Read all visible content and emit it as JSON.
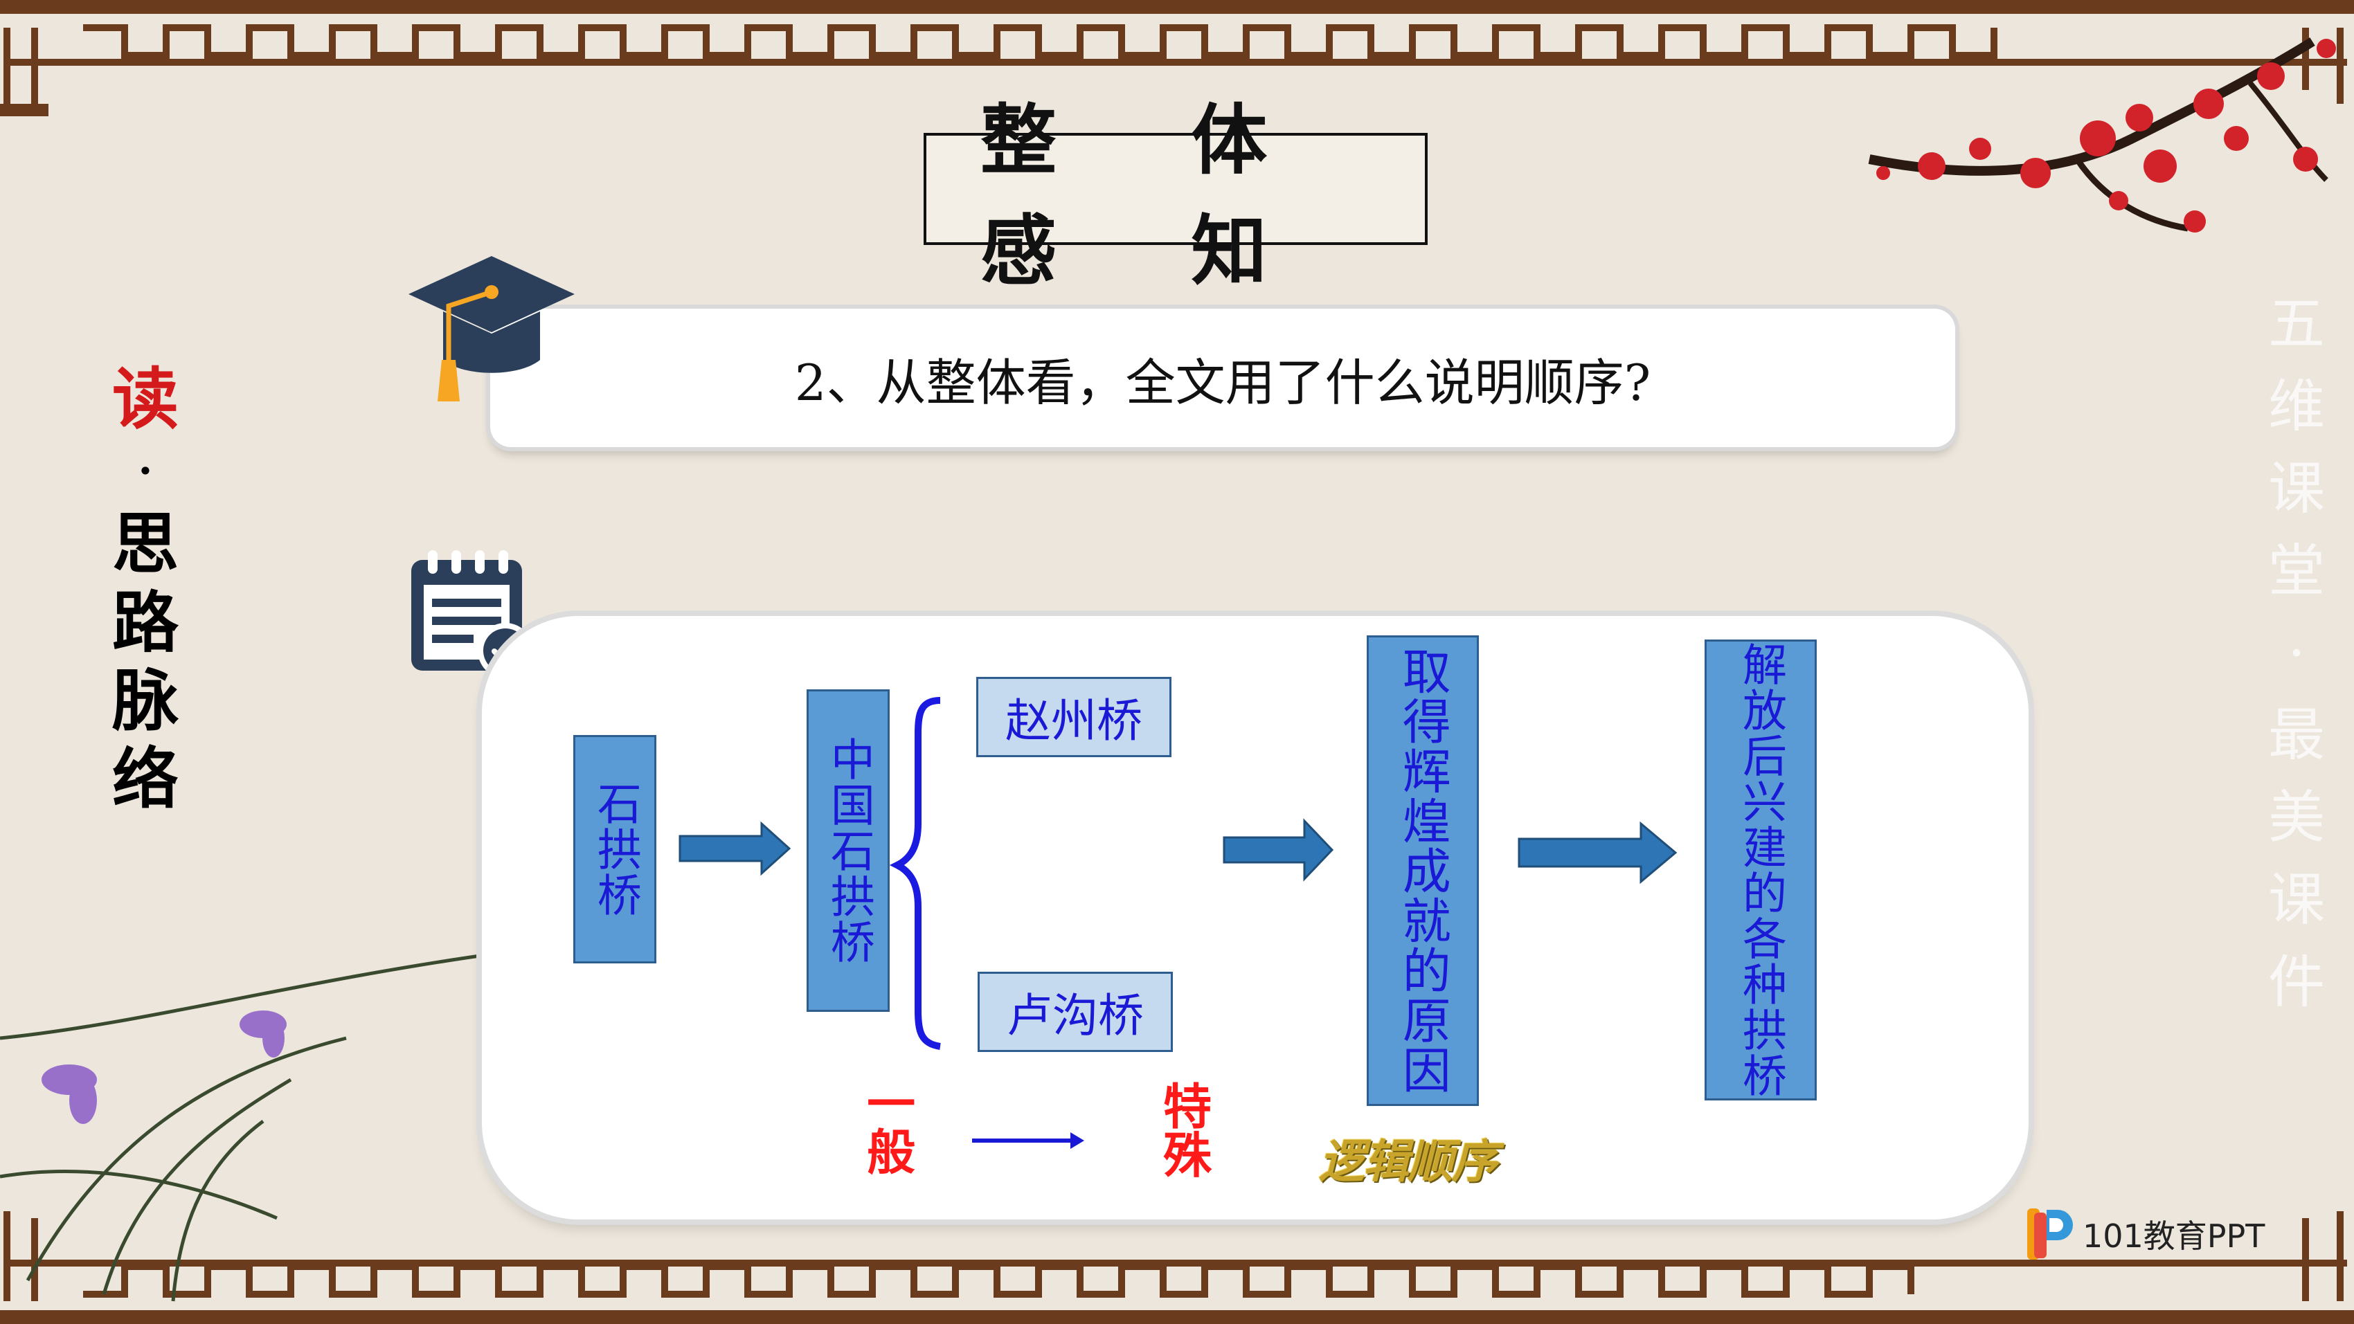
{
  "title": "整 体 感 知",
  "question": "2、从整体看，全文用了什么说明顺序?",
  "side_label": {
    "chars": [
      "读",
      "·",
      "思",
      "路",
      "脉",
      "络"
    ]
  },
  "motto": {
    "chars": [
      "五",
      "维",
      "课",
      "堂",
      "·",
      "最",
      "美",
      "课",
      "件"
    ]
  },
  "flow": {
    "box1": "石拱桥",
    "box2": "中国石拱桥",
    "branch_top": "赵州桥",
    "branch_bottom": "卢沟桥",
    "box3": "取得辉煌成就的原因",
    "box4": "解放后兴建的各种拱桥"
  },
  "order": {
    "general": "一般",
    "special": "特殊",
    "logic": "逻辑顺序"
  },
  "logo": {
    "text": "101教育PPT"
  },
  "colors": {
    "box_fill": "#5b9bd5",
    "box_text": "#1a1ad6",
    "branch_fill": "#c5d9ef",
    "arrow": "#2e75b6",
    "red": "#ff1a1a",
    "navy_icon": "#2b3e5a",
    "frame_brown": "#6b3b1e"
  },
  "icons": [
    "graduation-cap-icon",
    "checklist-icon",
    "brace-icon",
    "plum-blossom-branch",
    "orchid-plant"
  ]
}
